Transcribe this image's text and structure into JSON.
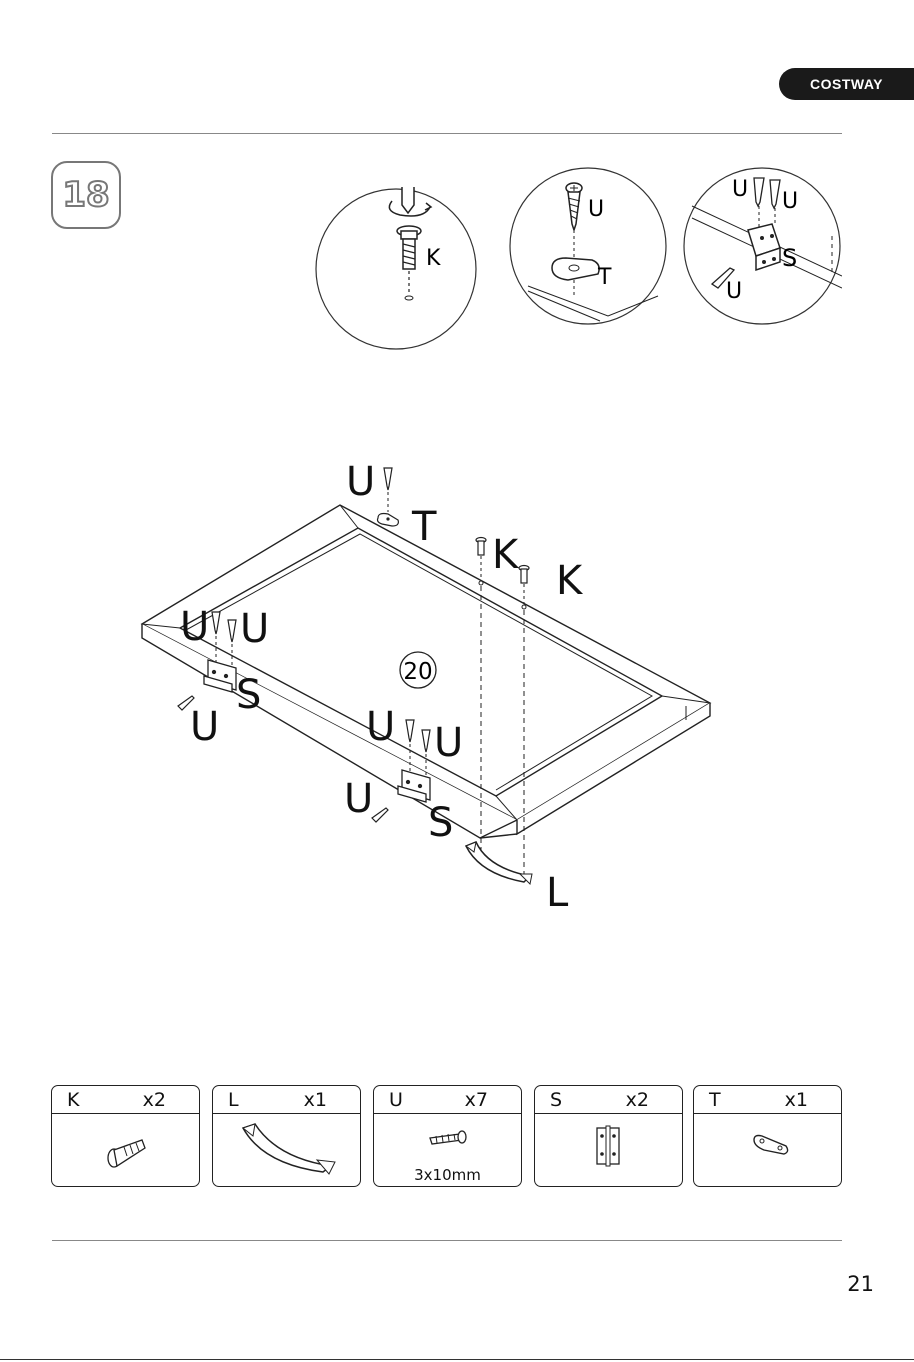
{
  "brand": "COSTWAY",
  "step": "18",
  "details": [
    {
      "labels": [
        "K"
      ]
    },
    {
      "labels": [
        "U",
        "T"
      ]
    },
    {
      "labels": [
        "U",
        "U",
        "S",
        "U"
      ]
    }
  ],
  "assembly": {
    "panel_number": "20",
    "labels": [
      "U",
      "T",
      "K",
      "K",
      "U",
      "U",
      "S",
      "U",
      "U",
      "U",
      "U",
      "S",
      "L"
    ]
  },
  "parts": [
    {
      "letter": "K",
      "qty": "x2",
      "spec": "",
      "icon": "bolt-icon"
    },
    {
      "letter": "L",
      "qty": "x1",
      "spec": "",
      "icon": "handle-icon"
    },
    {
      "letter": "U",
      "qty": "x7",
      "spec": "3x10mm",
      "icon": "screw-icon"
    },
    {
      "letter": "S",
      "qty": "x2",
      "spec": "",
      "icon": "hinge-icon"
    },
    {
      "letter": "T",
      "qty": "x1",
      "spec": "",
      "icon": "plate-icon"
    }
  ],
  "page_number": "21"
}
